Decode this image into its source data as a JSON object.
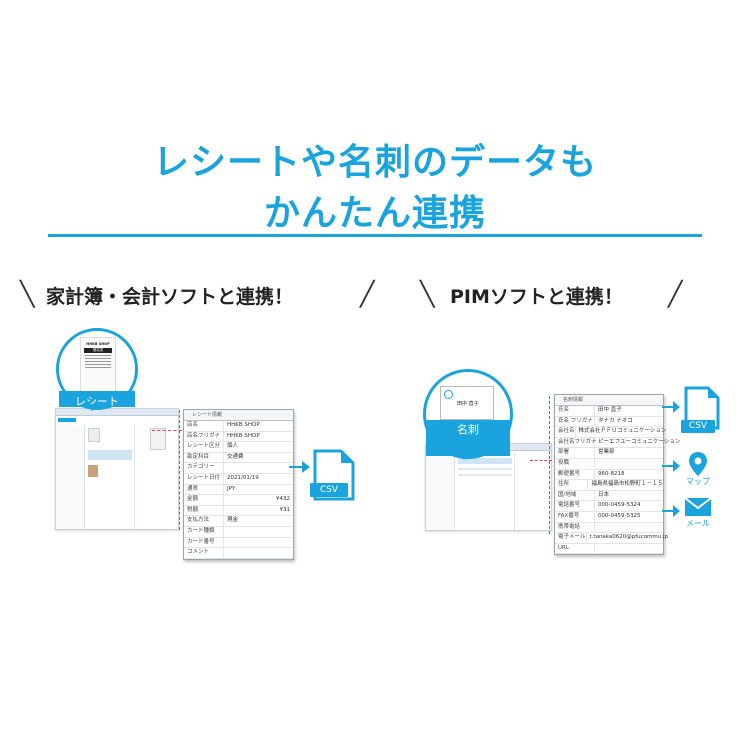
{
  "headline": {
    "line1": "レシートや名刺のデータも",
    "line2": "かんたん連携"
  },
  "left_section": {
    "title": "家計簿・会計ソフトと連携！",
    "circle_label": "レシート",
    "receipt": {
      "shop": "HHKB SHOP",
      "sub": "領収書"
    },
    "card_header": "レシート情報",
    "fields": [
      {
        "k": "店名",
        "v": "HHKB SHOP"
      },
      {
        "k": "店名フリガナ",
        "v": "HHKB SHOP"
      },
      {
        "k": "レシート区分",
        "v": "個人"
      },
      {
        "k": "勘定科目",
        "v": "交通費"
      },
      {
        "k": "カテゴリー",
        "v": ""
      },
      {
        "k": "レシート日付",
        "v": "2021/01/19"
      },
      {
        "k": "通貨",
        "v": "JPY"
      },
      {
        "k": "金額",
        "v": "¥432"
      },
      {
        "k": "税額",
        "v": "¥31"
      },
      {
        "k": "支払方法",
        "v": "現金"
      },
      {
        "k": "カード種類",
        "v": ""
      },
      {
        "k": "カード番号",
        "v": ""
      },
      {
        "k": "コメント",
        "v": ""
      }
    ],
    "outputs": [
      {
        "name": "csv-file-icon",
        "label": "CSV"
      }
    ]
  },
  "right_section": {
    "title": "PIMソフトと連携！",
    "circle_label": "名刺",
    "bizcard_name": "田中 直子",
    "card_header": "名刺情報",
    "fields": [
      {
        "k": "氏名",
        "v": "田中 直子"
      },
      {
        "k": "氏名 フリガナ",
        "v": "タナカ ナオコ"
      },
      {
        "k": "会社名",
        "v": "株式会社ＰＦＵコミュニケーション"
      },
      {
        "k": "会社名フリガナ",
        "v": "ピーエフユーコミュニケーション"
      },
      {
        "k": "部署",
        "v": "営業部"
      },
      {
        "k": "役職",
        "v": ""
      },
      {
        "k": "郵便番号",
        "v": "960-8218"
      },
      {
        "k": "住所",
        "v": "福島県福島市松野町１－１５"
      },
      {
        "k": "国/地域",
        "v": "日本"
      },
      {
        "k": "電話番号",
        "v": "000-0459-5324"
      },
      {
        "k": "FAX番号",
        "v": "000-0459-5325"
      },
      {
        "k": "携帯電話",
        "v": ""
      },
      {
        "k": "電子メール",
        "v": "t.tanaka0620@pfucommu.jp"
      },
      {
        "k": "URL",
        "v": ""
      }
    ],
    "outputs": [
      {
        "name": "csv-file-icon",
        "label": "CSV"
      },
      {
        "name": "map-pin-icon",
        "label": "マップ"
      },
      {
        "name": "mail-icon",
        "label": "メール"
      }
    ]
  },
  "colors": {
    "accent": "#1aa3dc",
    "dash_red": "#e04050"
  }
}
